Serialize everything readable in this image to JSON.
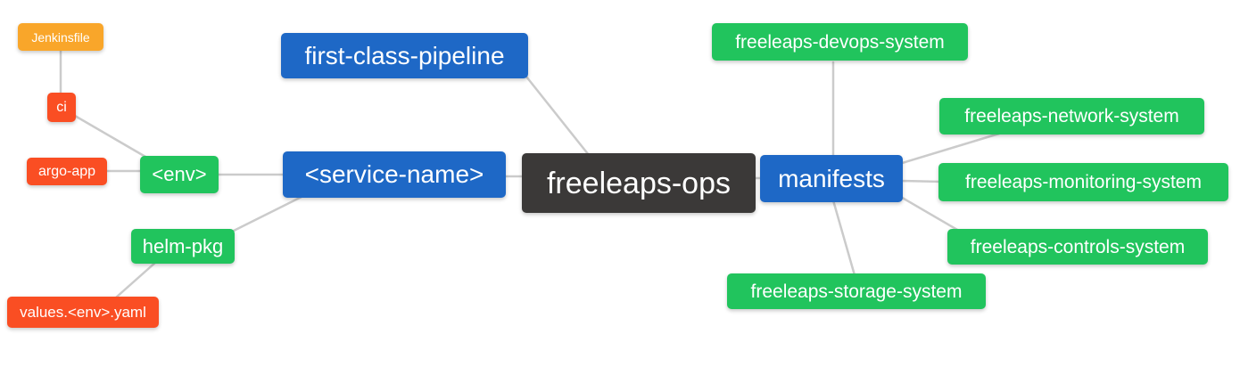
{
  "diagram": {
    "type": "mindmap",
    "root_label": "freeleaps-ops",
    "colors": {
      "root_bg": "#3b3938",
      "branch_bg": "#1e68c6",
      "leaf_green_bg": "#21c45d",
      "leaf_red_bg": "#fa4e23",
      "leaf_orange_bg": "#f9a62a",
      "text": "#ffffff",
      "edge": "#cbcbcb",
      "background": "#ffffff"
    },
    "nodes": [
      {
        "id": "freeleaps-ops",
        "label": "freeleaps-ops",
        "level": "root"
      },
      {
        "id": "first-class-pipeline",
        "label": "first-class-pipeline",
        "level": "branch"
      },
      {
        "id": "service-name",
        "label": "<service-name>",
        "level": "branch"
      },
      {
        "id": "manifests",
        "label": "manifests",
        "level": "branch"
      },
      {
        "id": "env",
        "label": "<env>",
        "level": "leaf-green"
      },
      {
        "id": "helm-pkg",
        "label": "helm-pkg",
        "level": "leaf-green"
      },
      {
        "id": "ci",
        "label": "ci",
        "level": "leaf-red"
      },
      {
        "id": "argo-app",
        "label": "argo-app",
        "level": "leaf-red"
      },
      {
        "id": "values-env-yaml",
        "label": "values.<env>.yaml",
        "level": "leaf-red"
      },
      {
        "id": "jenkinsfile",
        "label": "Jenkinsfile",
        "level": "leaf-orange"
      },
      {
        "id": "freeleaps-devops-system",
        "label": "freeleaps-devops-system",
        "level": "leaf-green"
      },
      {
        "id": "freeleaps-network-system",
        "label": "freeleaps-network-system",
        "level": "leaf-green"
      },
      {
        "id": "freeleaps-monitoring-system",
        "label": "freeleaps-monitoring-system",
        "level": "leaf-green"
      },
      {
        "id": "freeleaps-controls-system",
        "label": "freeleaps-controls-system",
        "level": "leaf-green"
      },
      {
        "id": "freeleaps-storage-system",
        "label": "freeleaps-storage-system",
        "level": "leaf-green"
      }
    ],
    "edges": [
      {
        "from": "jenkinsfile",
        "to": "ci"
      },
      {
        "from": "ci",
        "to": "env"
      },
      {
        "from": "argo-app",
        "to": "env"
      },
      {
        "from": "env",
        "to": "service-name"
      },
      {
        "from": "helm-pkg",
        "to": "service-name"
      },
      {
        "from": "values-env-yaml",
        "to": "helm-pkg"
      },
      {
        "from": "first-class-pipeline",
        "to": "freeleaps-ops"
      },
      {
        "from": "service-name",
        "to": "freeleaps-ops"
      },
      {
        "from": "freeleaps-ops",
        "to": "manifests"
      },
      {
        "from": "manifests",
        "to": "freeleaps-devops-system"
      },
      {
        "from": "manifests",
        "to": "freeleaps-network-system"
      },
      {
        "from": "manifests",
        "to": "freeleaps-monitoring-system"
      },
      {
        "from": "manifests",
        "to": "freeleaps-controls-system"
      },
      {
        "from": "manifests",
        "to": "freeleaps-storage-system"
      }
    ]
  }
}
